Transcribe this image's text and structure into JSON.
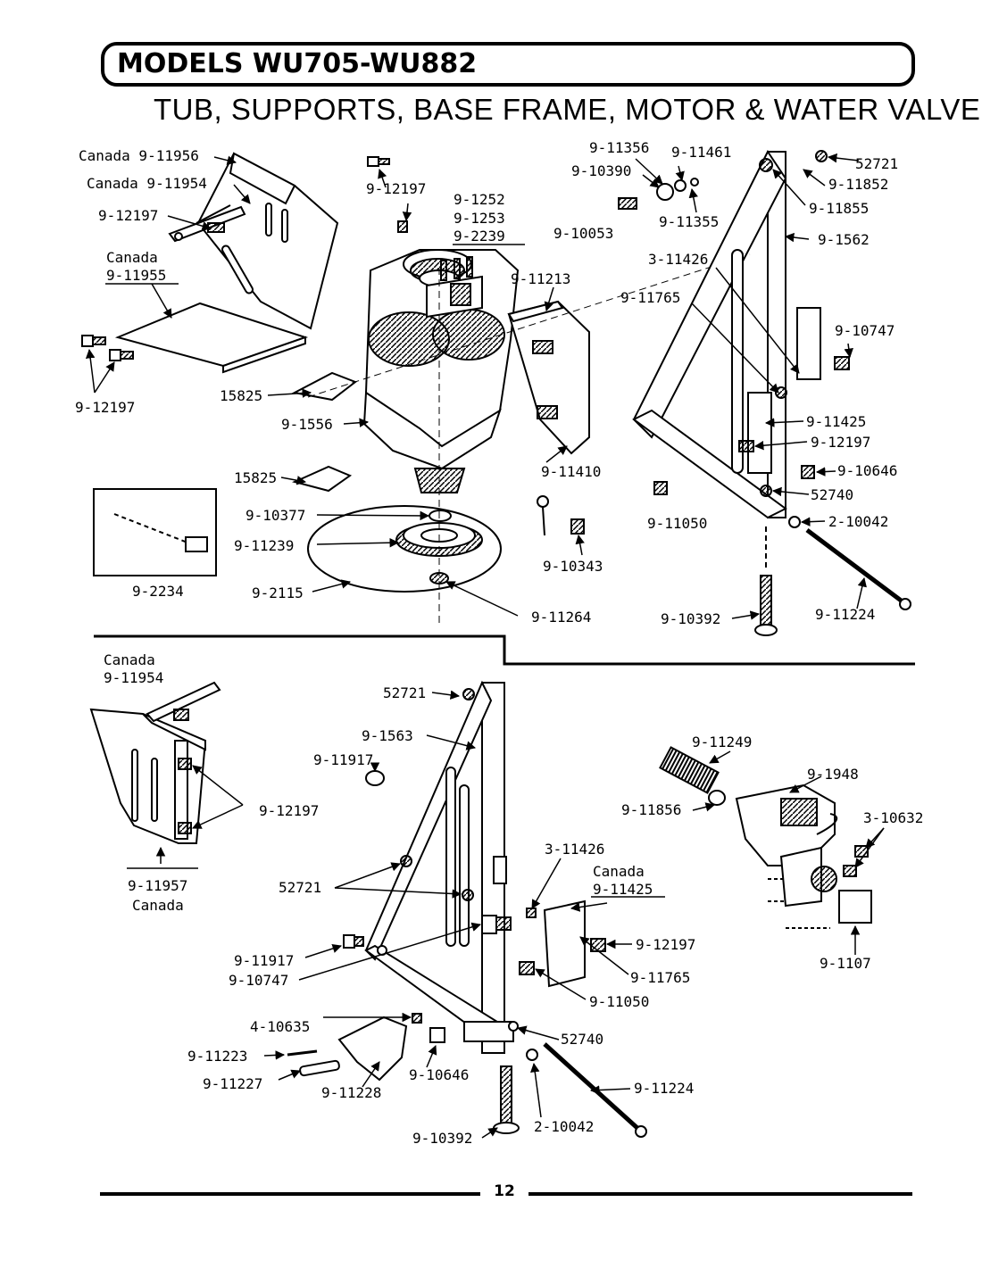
{
  "header": {
    "title": "MODELS WU705-WU882",
    "subtitle": "TUB, SUPPORTS, BASE FRAME, MOTOR & WATER VALVE"
  },
  "footer": {
    "page_number": "12"
  },
  "labels": {
    "canada_9_11956": "Canada 9-11956",
    "canada_9_11954_top": "Canada 9-11954",
    "p_9_12197_a": "9-12197",
    "canada_word_a": "Canada",
    "p_9_11955": "9-11955",
    "p_9_12197_b": "9-12197",
    "p_9_12197_c": "9-12197",
    "p_9_1252": "9-1252",
    "p_9_1253": "9-1253",
    "p_9_2239": "9-2239",
    "p_9_11213": "9-11213",
    "p_15825_a": "15825",
    "p_9_1556": "9-1556",
    "p_9_11410": "9-11410",
    "p_15825_b": "15825",
    "p_9_10377": "9-10377",
    "p_9_11239": "9-11239",
    "p_9_10343": "9-10343",
    "p_9_2234": "9-2234",
    "p_9_2115": "9-2115",
    "p_9_11264": "9-11264",
    "p_9_11356": "9-11356",
    "p_9_11461": "9-11461",
    "p_9_10390": "9-10390",
    "p_52721_a": "52721",
    "p_9_11852": "9-11852",
    "p_9_10053": "9-10053",
    "p_9_11355": "9-11355",
    "p_9_11855": "9-11855",
    "p_9_1562": "9-1562",
    "p_3_11426_a": "3-11426",
    "p_9_11765_a": "9-11765",
    "p_9_10747_a": "9-10747",
    "p_9_11425_a": "9-11425",
    "p_9_12197_d": "9-12197",
    "p_9_10646_a": "9-10646",
    "p_52740_a": "52740",
    "p_9_11050_a": "9-11050",
    "p_2_10042_a": "2-10042",
    "p_9_10392_a": "9-10392",
    "p_9_11224_a": "9-11224",
    "canada_word_b": "Canada",
    "p_9_11954_b": "9-11954",
    "p_9_12197_e": "9-12197",
    "p_9_11957": "9-11957",
    "canada_word_c": "Canada",
    "p_52721_b": "52721",
    "p_9_1563": "9-1563",
    "p_9_11917_a": "9-11917",
    "p_52721_c": "52721",
    "p_9_11917_b": "9-11917",
    "p_9_10747_b": "9-10747",
    "p_4_10635": "4-10635",
    "p_9_11223": "9-11223",
    "p_9_11227": "9-11227",
    "p_9_11228": "9-11228",
    "p_9_10646_b": "9-10646",
    "p_52740_b": "52740",
    "p_9_10392_b": "9-10392",
    "p_2_10042_b": "2-10042",
    "p_9_11224_b": "9-11224",
    "p_3_11426_b": "3-11426",
    "canada_word_d": "Canada",
    "p_9_11425_b": "9-11425",
    "p_9_12197_f": "9-12197",
    "p_9_11765_b": "9-11765",
    "p_9_11050_b": "9-11050",
    "p_9_11249": "9-11249",
    "p_9_1948": "9-1948",
    "p_9_11856": "9-11856",
    "p_3_10632": "3-10632",
    "p_9_1107": "9-1107"
  }
}
